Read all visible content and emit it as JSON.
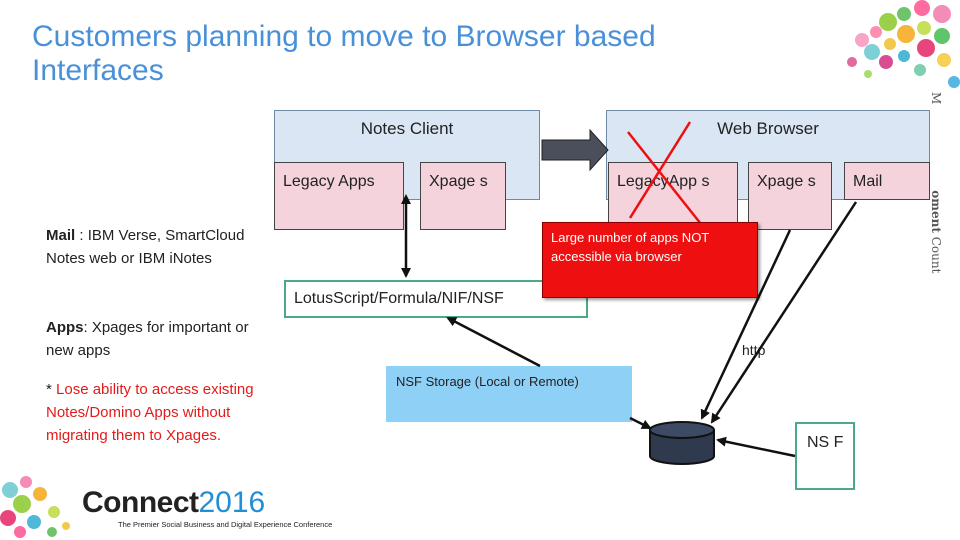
{
  "slide": {
    "title": "Customers planning to move to Browser based Interfaces"
  },
  "notes_client": {
    "label": "Notes Client",
    "legacy_apps": "Legacy Apps",
    "xpages": "Xpage s"
  },
  "web_browser": {
    "label": "Web Browser",
    "legacy_app": "LegacyApp s",
    "xpages": "Xpage s",
    "mail": "Mail"
  },
  "lotusscript_box": "LotusScript/Formula/NIF/NSF",
  "red_callout": "Large number of apps NOT accessible via browser",
  "nsf_storage": "NSF Storage (Local or Remote)",
  "http_label": "http",
  "nsf_box": "NS F",
  "left_notes": {
    "mail_bold": "Mail",
    "mail_text": " : IBM Verse, SmartCloud Notes web or IBM iNotes",
    "apps_bold": "Apps",
    "apps_text": ": Xpages for important or new apps",
    "warning_prefix": "* ",
    "warning_text": "Lose ability to access existing Notes/Domino Apps without migrating them to Xpages."
  },
  "side_text": {
    "line1": "M",
    "line2": "oment",
    "line3": "Count"
  },
  "footer": {
    "brand": "Connect",
    "year": "2016",
    "tagline": "The Premier Social Business and Digital Experience Conference"
  },
  "colors": {
    "title": "#4a90d9",
    "panel": "#dbe6f4",
    "pink": "#f4d3dc",
    "green_border": "#4aaa84",
    "red_callout": "#ee1010",
    "blue_box": "#8fd0f7",
    "brand_blue": "#1f8fd6"
  }
}
